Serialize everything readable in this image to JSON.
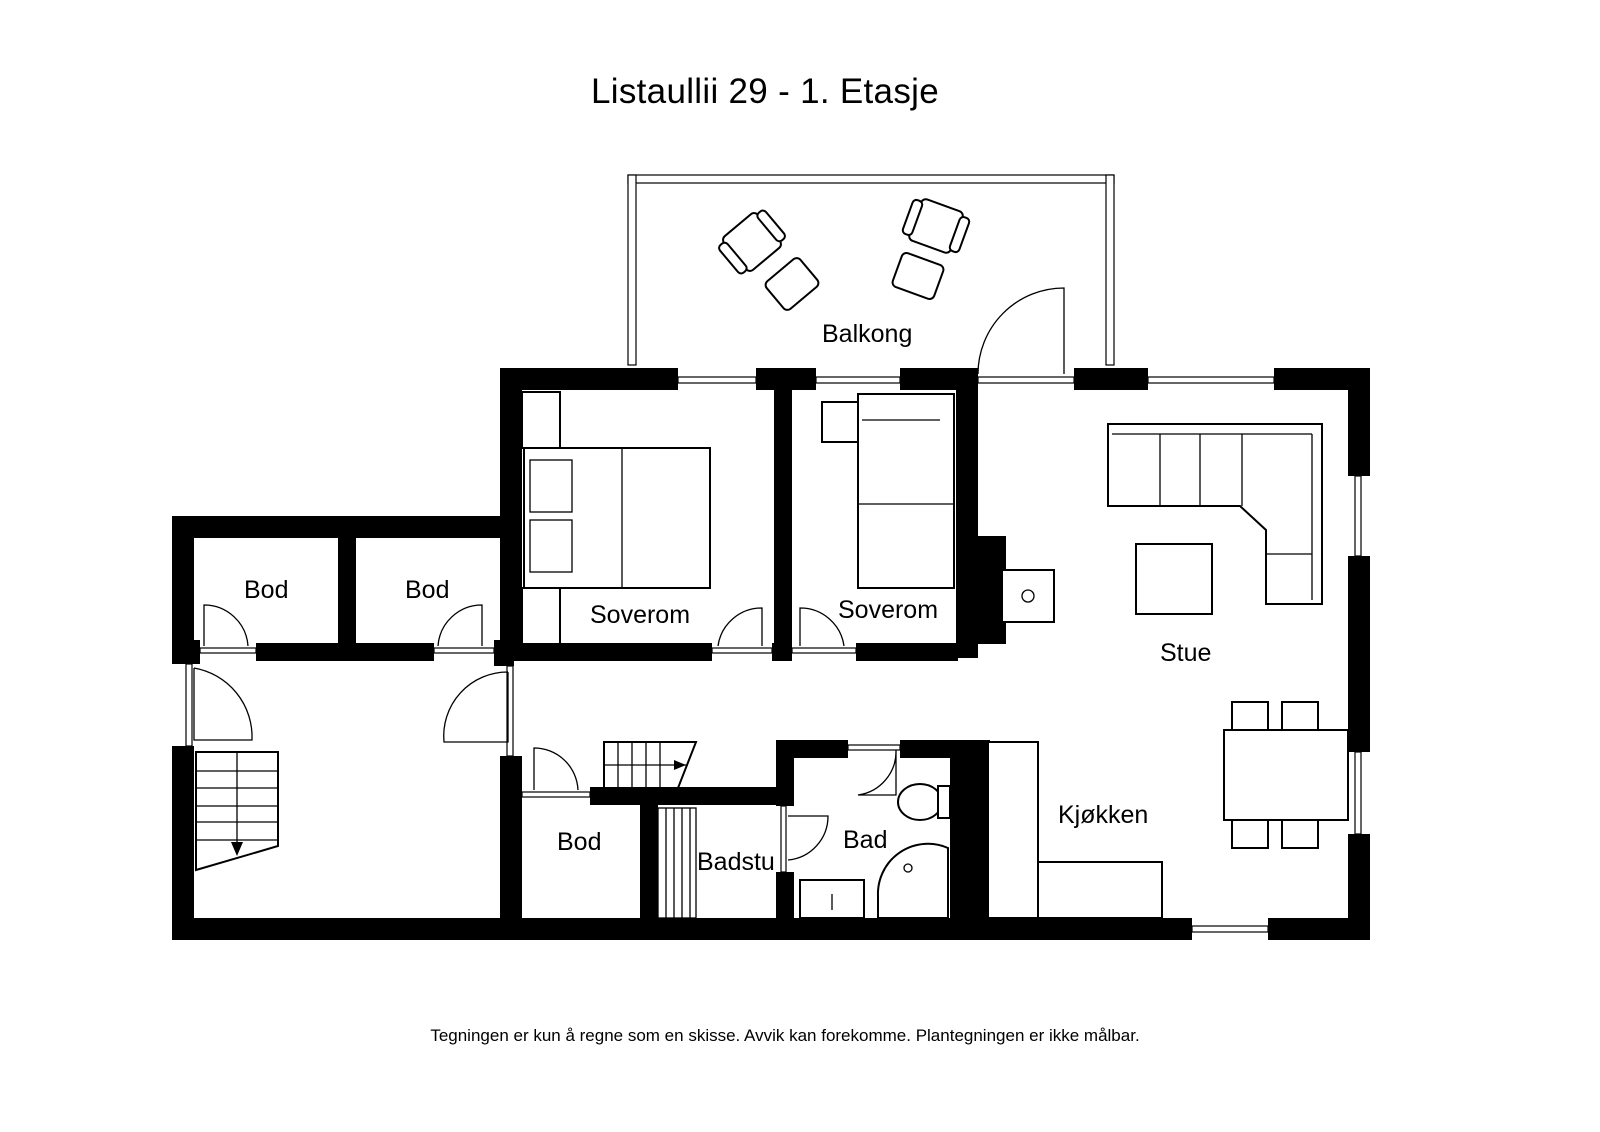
{
  "plan": {
    "title": "Listaullii 29 - 1. Etasje",
    "disclaimer": "Tegningen er kun å regne som en skisse. Avvik kan forekomme. Plantegningen er ikke målbar.",
    "rooms": {
      "balcony": "Balkong",
      "bedroom_1": "Soverom",
      "bedroom_2": "Soverom",
      "living_room": "Stue",
      "storage_1": "Bod",
      "storage_2": "Bod",
      "storage_3": "Bod",
      "sauna": "Badstu",
      "bathroom": "Bad",
      "kitchen": "Kjøkken"
    },
    "symbols": [
      "door-swing-icon",
      "window-icon",
      "stairs-icon",
      "bed-icon",
      "sofa-icon",
      "armchair-icon",
      "dining-table-icon",
      "toilet-icon",
      "shower-icon",
      "sink-icon",
      "fireplace-icon",
      "coffee-table-icon"
    ],
    "colors": {
      "wall": "#000000",
      "background": "#ffffff"
    }
  }
}
